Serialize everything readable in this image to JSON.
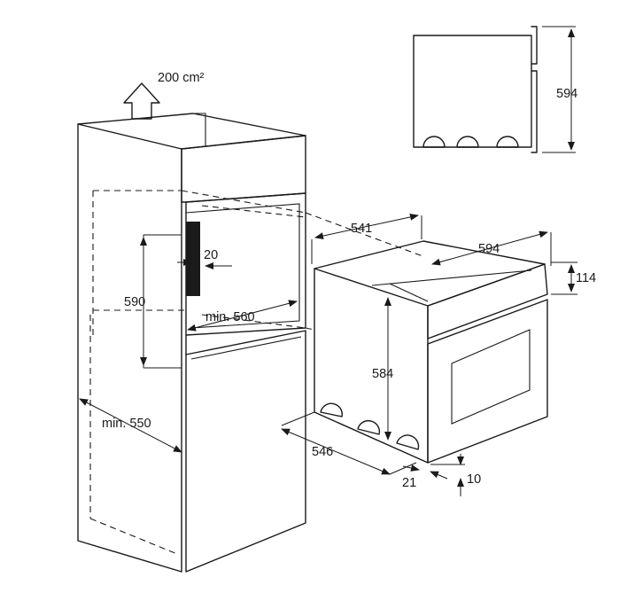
{
  "labels": {
    "vent_area": "200 cm²",
    "niche_height": "590",
    "vent_gap": "20",
    "niche_width": "min. 560",
    "cabinet_depth": "min. 550",
    "oven_width": "594",
    "oven_depth": "541",
    "control_height": "114",
    "body_height": "584",
    "body_depth": "546",
    "front_depth": "21",
    "bottom_offset": "10",
    "side_height": "594"
  }
}
